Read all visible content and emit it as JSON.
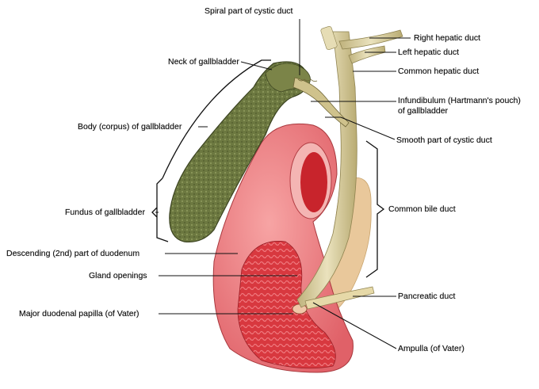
{
  "labels": {
    "spiral_cystic_duct": "Spiral part of cystic duct",
    "neck_gallbladder": "Neck of gallbladder",
    "body_gallbladder": "Body (corpus) of gallbladder",
    "fundus_gallbladder": "Fundus of gallbladder",
    "descending_duodenum": "Descending (2nd) part of duodenum",
    "gland_openings": "Gland openings",
    "major_papilla": "Major duodenal papilla (of Vater)",
    "right_hepatic": "Right hepatic duct",
    "left_hepatic": "Left hepatic duct",
    "common_hepatic": "Common hepatic duct",
    "infundibulum_line1": "Infundibulum (Hartmann's pouch)",
    "infundibulum_line2": "of gallbladder",
    "smooth_cystic_duct": "Smooth part of cystic duct",
    "common_bile_duct": "Common bile duct",
    "pancreatic_duct": "Pancreatic duct",
    "ampulla": "Ampulla (of Vater)"
  },
  "colors": {
    "gallbladder": "#6f7a3e",
    "gallbladder_dark": "#4e5a2a",
    "duodenum": "#e9747a",
    "duodenum_inner": "#c8242c",
    "duct": "#d9cfa0",
    "pancreas": "#e8c79a"
  }
}
